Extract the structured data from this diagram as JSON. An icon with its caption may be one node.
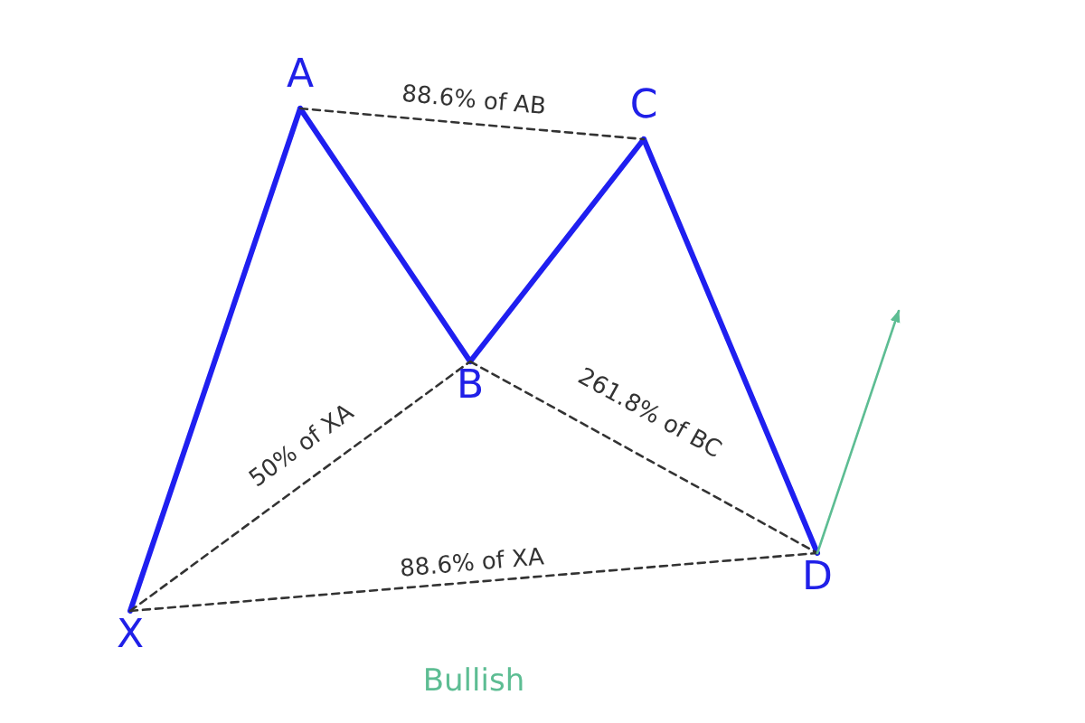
{
  "diagram": {
    "caption": "Bullish",
    "nodes": [
      {
        "text": [
          "X"
        ]
      },
      {
        "text": [
          "A"
        ]
      },
      {
        "text": [
          "B"
        ]
      },
      {
        "text": [
          "C"
        ]
      },
      {
        "text": [
          "D"
        ]
      }
    ],
    "edges": [
      {
        "from": 0,
        "to": 1,
        "arrow": "none",
        "style": "thick",
        "color": "#1f1ff0"
      },
      {
        "from": 1,
        "to": 2,
        "arrow": "none",
        "style": "thick",
        "color": "#1f1ff0"
      },
      {
        "from": 2,
        "to": 3,
        "arrow": "none",
        "style": "thick",
        "color": "#1f1ff0"
      },
      {
        "from": 3,
        "to": 4,
        "arrow": "none",
        "style": "thick",
        "color": "#1f1ff0"
      },
      {
        "from": 1,
        "to": 3,
        "arrow": "none",
        "label": "88.6% of AB",
        "style": "dashed",
        "color": "#333333"
      },
      {
        "from": 0,
        "to": 2,
        "arrow": "none",
        "label": "50% of XA",
        "style": "dashed",
        "color": "#333333"
      },
      {
        "from": 2,
        "to": 4,
        "arrow": "none",
        "label": "261.8% of BC",
        "style": "dashed",
        "color": "#333333"
      },
      {
        "from": 0,
        "to": 4,
        "arrow": "none",
        "label": "88.6% of XA",
        "style": "dashed",
        "color": "#333333"
      },
      {
        "from": 4,
        "to": null,
        "arrow": "to",
        "color": "#5dbd93"
      }
    ]
  }
}
